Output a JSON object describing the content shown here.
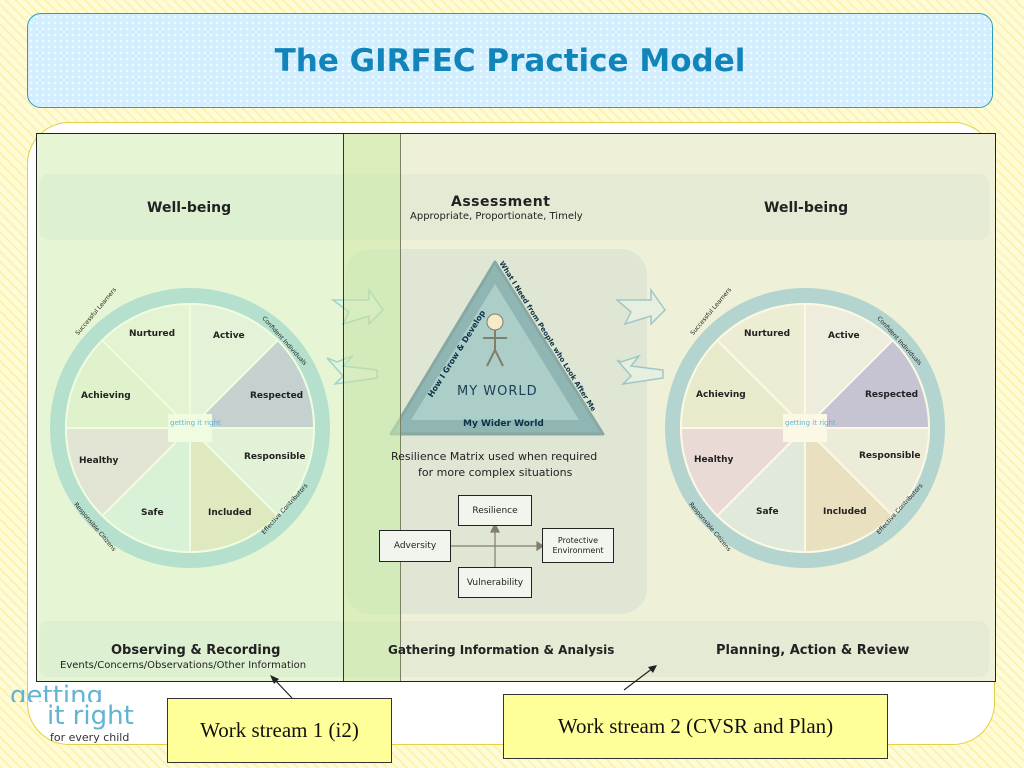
{
  "title": "The GIRFEC Practice Model",
  "figure": {
    "left_header": "Well-being",
    "right_header": "Well-being",
    "assessment_title": "Assessment",
    "assessment_subtitle": "Appropriate, Proportionate, Timely",
    "wheel_segments": [
      "Nurtured",
      "Active",
      "Respected",
      "Responsible",
      "Included",
      "Safe",
      "Healthy",
      "Achieving"
    ],
    "wheel_ring": [
      "Successful Learners",
      "Confident Individuals",
      "Effective Contributors",
      "Responsible Citizens"
    ],
    "wheel_center_logo": "getting it right",
    "triangle": {
      "center": "MY WORLD",
      "left_side": "How I Grow & Develop",
      "right_side": "What I Need from People who Look After Me",
      "bottom": "My Wider World"
    },
    "resilience_caption_line1": "Resilience Matrix used when required",
    "resilience_caption_line2": "for more complex situations",
    "matrix": {
      "top": "Resilience",
      "bottom": "Vulnerability",
      "left": "Adversity",
      "right_line1": "Protective",
      "right_line2": "Environment"
    },
    "footer_left_title": "Observing & Recording",
    "footer_left_subtitle": "Events/Concerns/Observations/Other Information",
    "footer_middle": "Gathering Information & Analysis",
    "footer_right": "Planning, Action & Review"
  },
  "callouts": {
    "ws1": "Work stream 1 (i2)",
    "ws2": "Work stream 2 (CVSR and Plan)"
  },
  "logo": {
    "line1": "getting",
    "line2": "it right",
    "line3": "for every child"
  },
  "colors": {
    "title": "#1185ba",
    "banner": "#d3efff",
    "callout_fill": "#ffff99",
    "wheel_ring": "#63b5d1",
    "triangle": "#3d87a6"
  }
}
